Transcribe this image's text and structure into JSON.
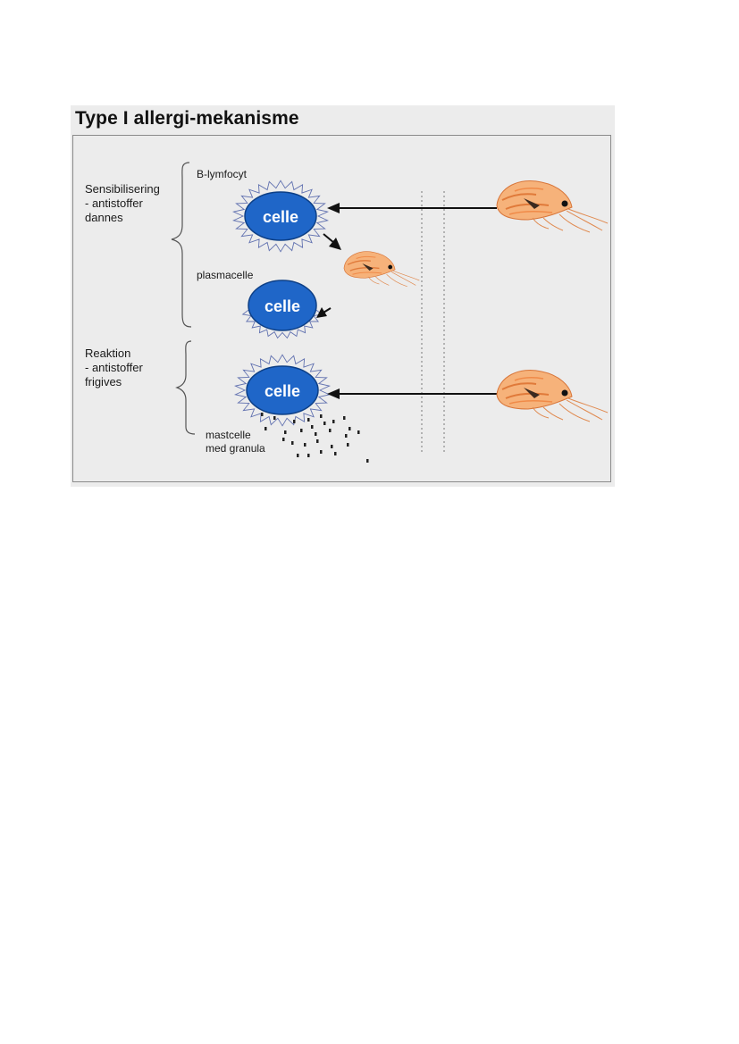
{
  "title": "Type I allergi-mekanisme",
  "groups": {
    "sensitization": {
      "line1": "Sensibilisering",
      "line2": "- antistoffer",
      "line3": "dannes"
    },
    "reaction": {
      "line1": "Reaktion",
      "line2": "- antistoffer",
      "line3": "frigives"
    }
  },
  "labels": {
    "b_lymphocyte": "B-lymfocyt",
    "plasma_cell": "plasmacelle",
    "mast_cell_line1": "mastcelle",
    "mast_cell_line2": "med granula"
  },
  "cells": {
    "text": "celle"
  },
  "colors": {
    "cell_fill": "#1f66c8",
    "cell_stroke": "#0d3f86",
    "spike": "#5a6fb0",
    "arrow": "#111111",
    "shrimp": "#f4a45c",
    "background": "#ececec"
  }
}
